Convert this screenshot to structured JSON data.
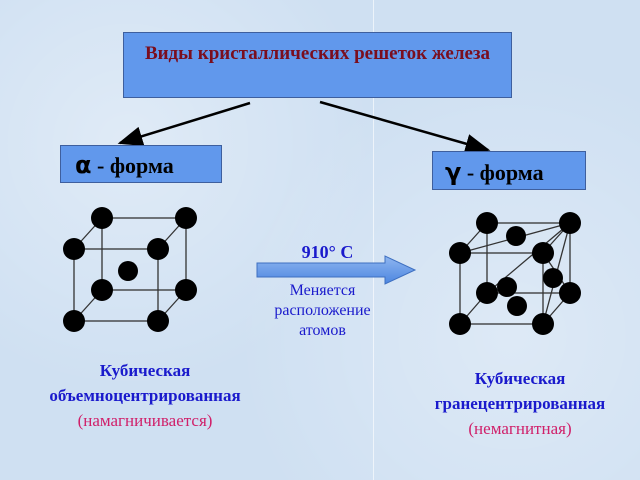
{
  "title": "Виды кристаллических решеток железа",
  "alpha": {
    "symbol": "α",
    "label": " - форма"
  },
  "gamma": {
    "symbol": "γ",
    "label": " - форма"
  },
  "transition": {
    "temperature": "910° C",
    "text": "Меняется расположение атомов"
  },
  "left_caption": {
    "line1": "Кубическая",
    "line2": "объемноцентрированная",
    "note": "(намагничивается)"
  },
  "right_caption": {
    "line1": "Кубическая",
    "line2": "гранецентрированная",
    "note": "(немагнитная)"
  },
  "colors": {
    "title_box": "#6198ec",
    "title_text": "#7a0e1e",
    "blue_text": "#1a1acc",
    "pink_text": "#d0206a"
  }
}
